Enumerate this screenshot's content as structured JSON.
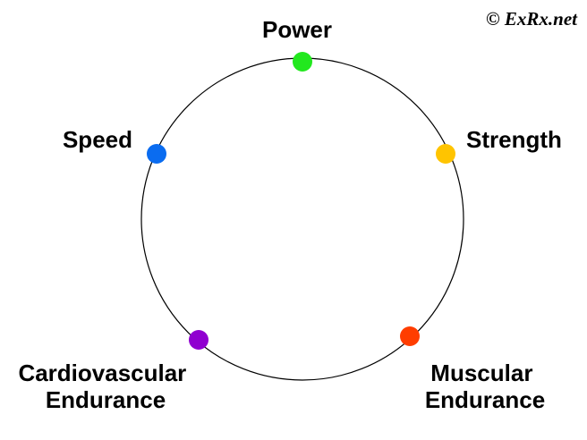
{
  "copyright": "© ExRx.net",
  "ring": {
    "stroke_color": "#000000"
  },
  "nodes": [
    {
      "id": "power",
      "label_lines": [
        "Power"
      ],
      "color": "#22e81e"
    },
    {
      "id": "strength",
      "label_lines": [
        "Strength"
      ],
      "color": "#ffc400"
    },
    {
      "id": "muscular-endurance",
      "label_lines": [
        "Muscular",
        "Endurance"
      ],
      "color": "#ff3d00"
    },
    {
      "id": "cardiovascular-endurance",
      "label_lines": [
        "Cardiovascular",
        "Endurance"
      ],
      "color": "#9000d0"
    },
    {
      "id": "speed",
      "label_lines": [
        "Speed"
      ],
      "color": "#0a6cf0"
    }
  ]
}
